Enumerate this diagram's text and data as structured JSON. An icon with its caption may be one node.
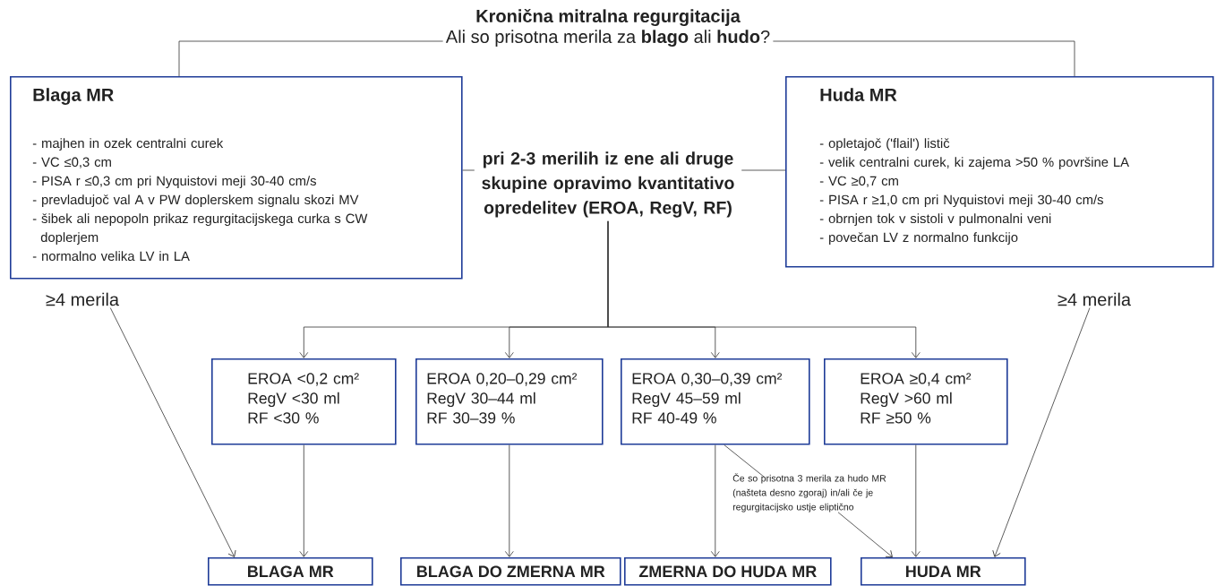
{
  "diagram": {
    "nodes": [
      {
        "text": [
          "Kronična mitralna regurgitacija",
          "Ali so prisotna merila za **blago** ali **hudo**?"
        ]
      },
      {
        "text": [
          "Blaga MR",
          "- majhen in ozek centralni curek",
          "- VC ≤0,3 cm",
          "- PISA r ≤0,3 cm pri Nyquistovi meji 30-40 cm/s",
          "- prevladujoč val A v PW doplerskem signalu skozi MV",
          "- šibek ali nepopoln prikaz regurgitacijskega curka s CW doplerjem",
          "- normalno velika LV in LA"
        ]
      },
      {
        "text": [
          "pri 2-3 merilih iz ene ali druge skupine opravimo kvantitativo opredelitev (EROA, RegV, RF)"
        ]
      },
      {
        "text": [
          "Huda MR",
          "- opletajoč ('flail') listič",
          "- velik centralni curek, ki zajema >50 % površine LA",
          "- VC ≥0,7 cm",
          "- PISA r ≥1,0 cm pri Nyquistovi meji 30-40 cm/s",
          "- obrnjen tok v sistoli v pulmonalni veni",
          "- povečan LV z normalno funkcijo"
        ]
      },
      {
        "text": [
          "≥4 merila"
        ]
      },
      {
        "text": [
          "≥4 merila"
        ]
      },
      {
        "text": [
          "EROA <0,2 cm²",
          "RegV <30 ml",
          "RF <30 %"
        ]
      },
      {
        "text": [
          "EROA 0,20–0,29 cm²",
          "RegV 30–44 ml",
          "RF 30–39 %"
        ]
      },
      {
        "text": [
          "EROA 0,30–0,39 cm²",
          "RegV 45–59 ml",
          "RF 40-49 %"
        ]
      },
      {
        "text": [
          "EROA ≥0,4 cm²",
          "RegV >60 ml",
          "RF ≥50 %"
        ]
      },
      {
        "text": [
          "Če so prisotna 3 merila za hudo MR (našteta desno zgoraj) in/ali če je regurgitacijsko ustje eliptično"
        ]
      },
      {
        "text": [
          "BLAGA MR"
        ]
      },
      {
        "text": [
          "BLAGA DO ZMERNA MR"
        ]
      },
      {
        "text": [
          "ZMERNA DO HUDA MR"
        ]
      },
      {
        "text": [
          "HUDA MR"
        ]
      }
    ],
    "edges": [
      {
        "from": 0,
        "to": 1,
        "arrow": "none"
      },
      {
        "from": 0,
        "to": 3,
        "arrow": "none"
      },
      {
        "from": 1,
        "to": 2,
        "arrow": "none"
      },
      {
        "from": 2,
        "to": 3,
        "arrow": "none"
      },
      {
        "from": 2,
        "to": 6,
        "arrow": "to"
      },
      {
        "from": 2,
        "to": 7,
        "arrow": "to"
      },
      {
        "from": 2,
        "to": 8,
        "arrow": "to"
      },
      {
        "from": 2,
        "to": 9,
        "arrow": "to"
      },
      {
        "from": 4,
        "to": 11,
        "arrow": "to"
      },
      {
        "from": 6,
        "to": 11,
        "arrow": "to"
      },
      {
        "from": 7,
        "to": 12,
        "arrow": "to"
      },
      {
        "from": 8,
        "to": 13,
        "arrow": "to"
      },
      {
        "from": 9,
        "to": 14,
        "arrow": "to"
      },
      {
        "from": 5,
        "to": 14,
        "arrow": "to"
      },
      {
        "from": 10,
        "to": 8,
        "arrow": "none"
      },
      {
        "from": 10,
        "to": 14,
        "arrow": "to"
      }
    ]
  }
}
